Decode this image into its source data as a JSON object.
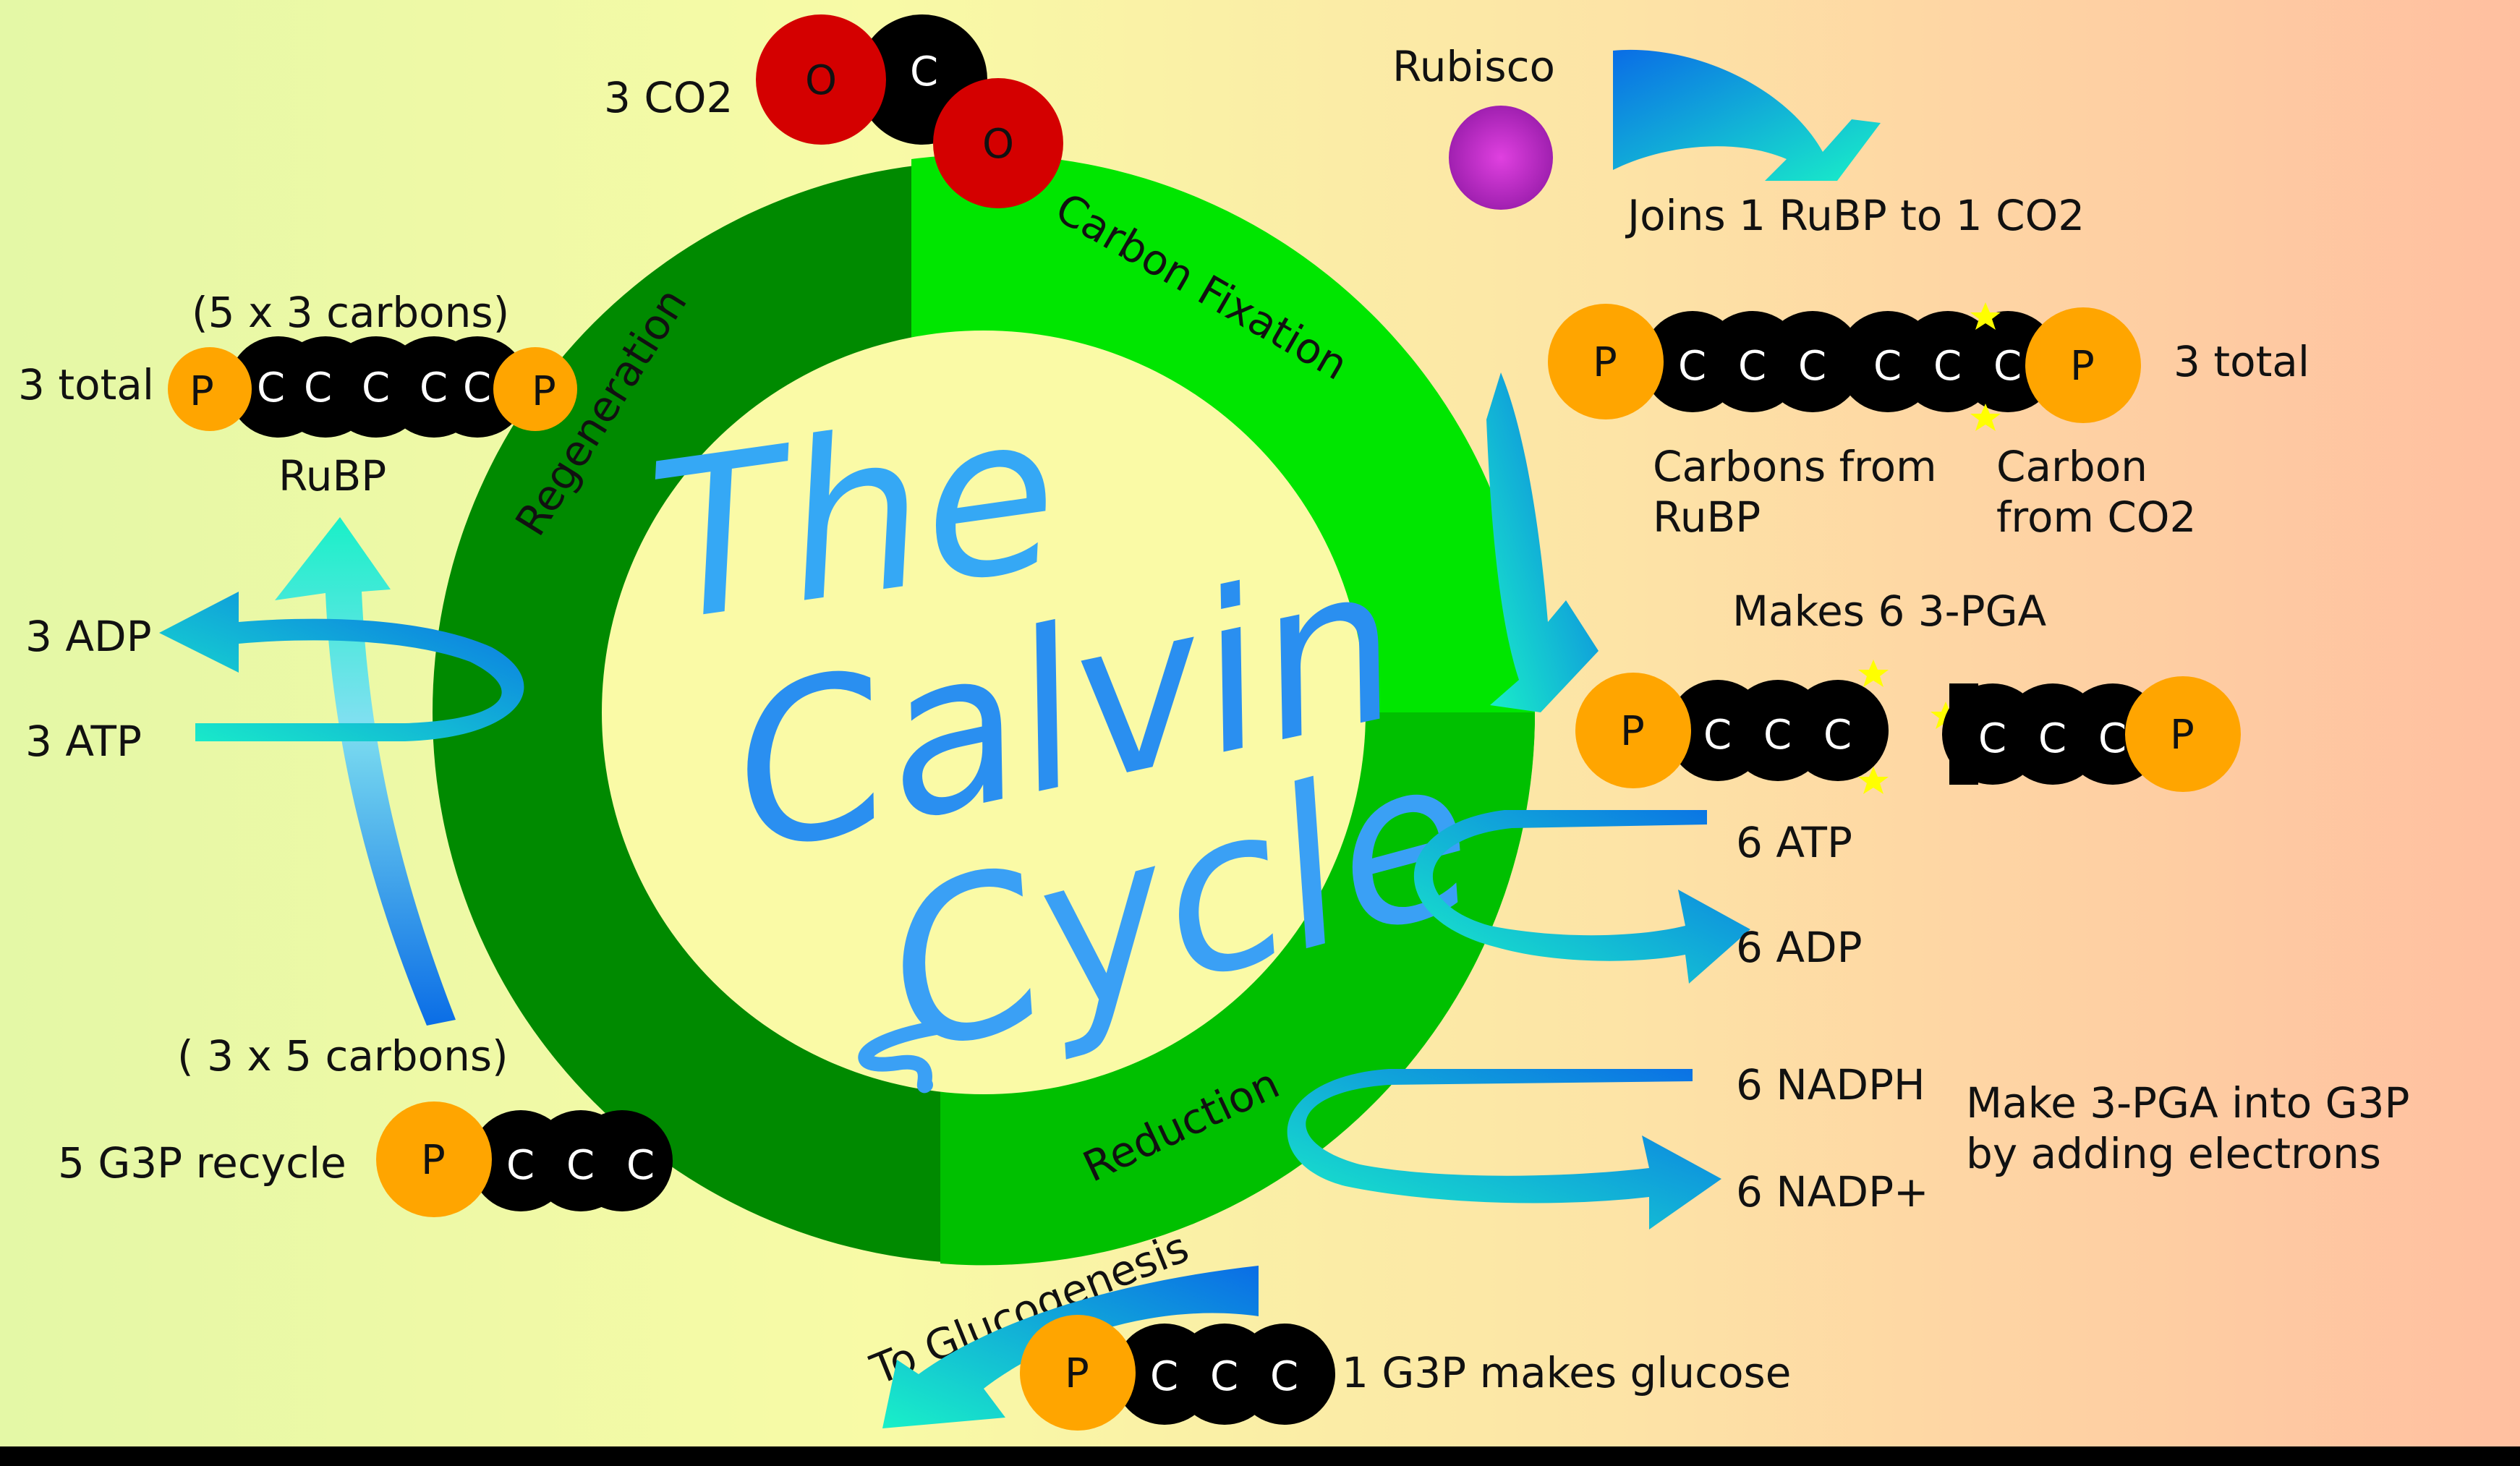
{
  "title": [
    "The",
    "Calvin",
    "Cycle"
  ],
  "stages": {
    "carbon_fixation": "Carbon Fixation",
    "reduction": "Reduction",
    "regeneration": "Regeneration",
    "glucogenesis": "To Glucogenesis"
  },
  "co2": {
    "label": "3 CO2",
    "oxygen": "O",
    "carbon": "C"
  },
  "rubisco": {
    "label": "Rubisco",
    "action": "Joins 1 RuBP to 1 CO2"
  },
  "fixation": {
    "phosphate": "P",
    "carbon": "C",
    "total": "3 total",
    "from_rubp": [
      "Carbons from",
      "RuBP"
    ],
    "from_co2": [
      "Carbon",
      "from CO2"
    ]
  },
  "pga": {
    "label": "Makes 6 3-PGA",
    "phosphate": "P",
    "carbon": "C"
  },
  "reduction_inputs": {
    "atp": "6 ATP",
    "adp": "6 ADP",
    "nadph": "6 NADPH",
    "nadp": "6 NADP+",
    "note": [
      "Make 3-PGA into G3P",
      "by adding electrons"
    ]
  },
  "output": {
    "label": "1 G3P makes glucose",
    "phosphate": "P",
    "carbon": "C"
  },
  "recycle": {
    "label": "5 G3P recycle",
    "carbons": "( 3 x 5 carbons)",
    "phosphate": "P",
    "carbon": "C"
  },
  "regeneration_inputs": {
    "adp": "3 ADP",
    "atp": "3 ATP"
  },
  "rubp": {
    "carbons": "(5 x 3 carbons)",
    "total": "3 total",
    "name": "RuBP",
    "phosphate": "P",
    "carbon": "C"
  },
  "colors": {
    "ring_dark": "#008a00",
    "ring_light": "#00e600",
    "ring_mid": "#00c000",
    "inner": "#fafaa6",
    "phosphate": "#ffa500",
    "oxygen": "#d40000",
    "arrow_blue": "#0a6de6",
    "arrow_cyan": "#19f0c8",
    "star": "#ffff00"
  }
}
